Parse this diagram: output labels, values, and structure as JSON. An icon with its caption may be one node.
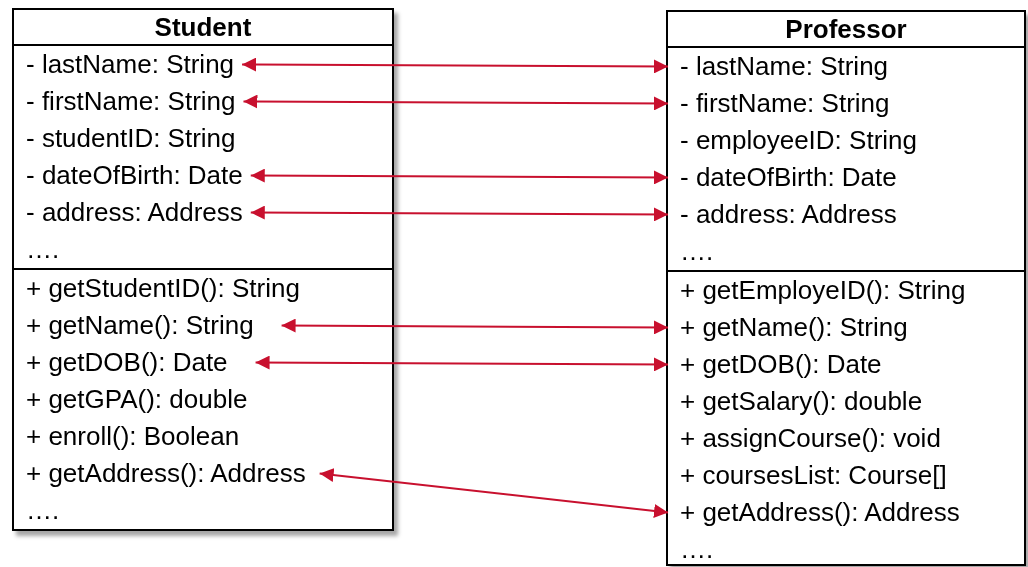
{
  "diagram": {
    "nodes": [
      {
        "text": [
          "Student"
        ]
      },
      {
        "text": [],
        "shape": "box",
        "in": 0
      },
      {
        "text": [
          "- lastName: String"
        ],
        "in": 1
      },
      {
        "text": [
          "- firstName: String"
        ],
        "in": 1
      },
      {
        "text": [
          "- studentID: String"
        ],
        "in": 1
      },
      {
        "text": [
          "- dateOfBirth: Date"
        ],
        "in": 1
      },
      {
        "text": [
          "- address: Address"
        ],
        "in": 1
      },
      {
        "text": [
          "…."
        ],
        "in": 1
      },
      {
        "text": [],
        "shape": "box",
        "in": 0
      },
      {
        "text": [
          "+ getStudentID(): String"
        ],
        "in": 8
      },
      {
        "text": [
          "+ getName(): String"
        ],
        "in": 8
      },
      {
        "text": [
          "+ getDOB(): Date"
        ],
        "in": 8
      },
      {
        "text": [
          "+ getGPA(): double"
        ],
        "in": 8
      },
      {
        "text": [
          "+ enroll(): Boolean"
        ],
        "in": 8
      },
      {
        "text": [
          "+ getAddress(): Address"
        ],
        "in": 8
      },
      {
        "text": [
          "…."
        ],
        "in": 8
      },
      {
        "text": [
          "Professor"
        ]
      },
      {
        "text": [],
        "shape": "box",
        "in": 16
      },
      {
        "text": [
          "- lastName: String"
        ],
        "in": 17
      },
      {
        "text": [
          "- firstName: String"
        ],
        "in": 17
      },
      {
        "text": [
          "- employeeID: String"
        ],
        "in": 17
      },
      {
        "text": [
          "- dateOfBirth: Date"
        ],
        "in": 17
      },
      {
        "text": [
          "- address: Address"
        ],
        "in": 17
      },
      {
        "text": [
          "…."
        ],
        "in": 17
      },
      {
        "text": [],
        "shape": "box",
        "in": 16
      },
      {
        "text": [
          "+ getEmployeID(): String"
        ],
        "in": 24
      },
      {
        "text": [
          "+ getName(): String"
        ],
        "in": 24
      },
      {
        "text": [
          "+ getDOB(): Date"
        ],
        "in": 24
      },
      {
        "text": [
          "+ getSalary(): double"
        ],
        "in": 24
      },
      {
        "text": [
          "+ assignCourse(): void"
        ],
        "in": 24
      },
      {
        "text": [
          "+ coursesList: Course[]"
        ],
        "in": 24
      },
      {
        "text": [
          "+ getAddress(): Address"
        ],
        "in": 24
      },
      {
        "text": [
          "…."
        ],
        "in": 24
      }
    ],
    "edges": [
      {
        "from": 2,
        "to": 18,
        "arrow": "both"
      },
      {
        "from": 3,
        "to": 19,
        "arrow": "both"
      },
      {
        "from": 5,
        "to": 21,
        "arrow": "both"
      },
      {
        "from": 6,
        "to": 22,
        "arrow": "both"
      },
      {
        "from": 10,
        "to": 26,
        "arrow": "both"
      },
      {
        "from": 11,
        "to": 27,
        "arrow": "both"
      },
      {
        "from": 14,
        "to": 31,
        "arrow": "both"
      }
    ]
  }
}
